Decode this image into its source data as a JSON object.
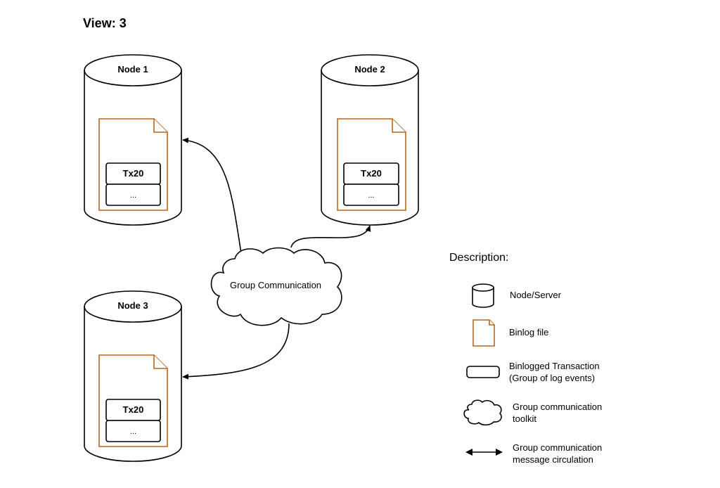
{
  "title": "View: 3",
  "nodes": [
    {
      "label": "Node 1",
      "binlog": {
        "transaction": "Tx20",
        "more": "..."
      }
    },
    {
      "label": "Node 2",
      "binlog": {
        "transaction": "Tx20",
        "more": "..."
      }
    },
    {
      "label": "Node 3",
      "binlog": {
        "transaction": "Tx20",
        "more": "..."
      }
    }
  ],
  "cloud": {
    "label": "Group Communication"
  },
  "description": {
    "heading": "Description:",
    "items": [
      {
        "icon": "cylinder-icon",
        "lines": [
          "Node/Server"
        ]
      },
      {
        "icon": "binlog-file-icon",
        "lines": [
          "Binlog file"
        ]
      },
      {
        "icon": "transaction-icon",
        "lines": [
          "Binlogged Transaction",
          "(Group of log events)"
        ]
      },
      {
        "icon": "cloud-icon",
        "lines": [
          "Group communication",
          "toolkit"
        ]
      },
      {
        "icon": "double-arrow-icon",
        "lines": [
          "Group communication",
          "message circulation"
        ]
      }
    ]
  },
  "colors": {
    "binlog_stroke": "#b5651d",
    "line": "#000000"
  }
}
